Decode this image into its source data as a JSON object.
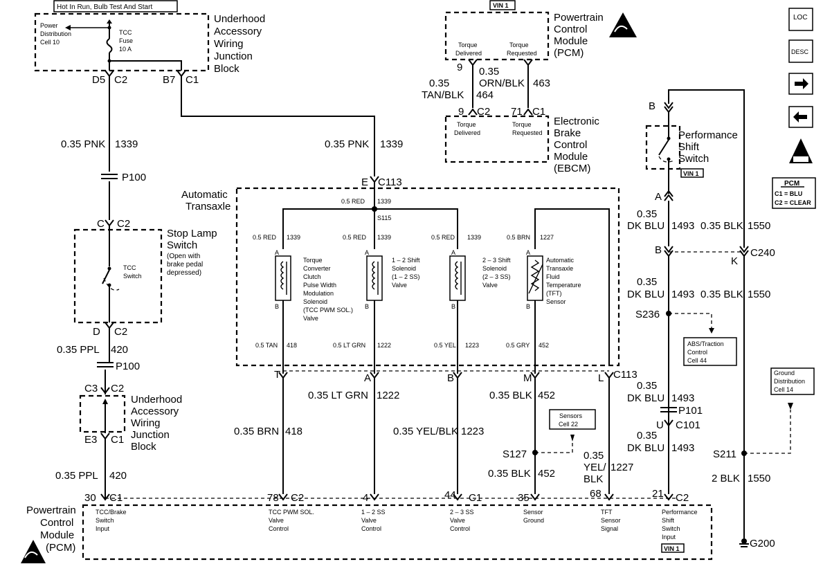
{
  "header": {
    "power_label": "Hot In Run, Bulb Test And Start",
    "vin_top": "VIN 1"
  },
  "nav": {
    "loc": "LOC",
    "desc": "DESC",
    "vin_pss": "VIN 1",
    "vin_pcm": "VIN 1"
  },
  "pcm_legend": {
    "title": "PCM",
    "c1": "C1 = BLU",
    "c2": "C2 = CLEAR"
  },
  "blocks": {
    "uajb_top": [
      "Underhood",
      "Accessory",
      "Wiring",
      "Junction",
      "Block"
    ],
    "uajb_bottom": [
      "Underhood",
      "Accessory",
      "Wiring",
      "Junction",
      "Block"
    ],
    "pdc": [
      "Power",
      "Distribution",
      "Cell 10"
    ],
    "tcc_fuse": [
      "TCC",
      "Fuse",
      "10 A"
    ],
    "pcm_top": [
      "Powertrain",
      "Control",
      "Module",
      "(PCM)"
    ],
    "pcm_top_pins": [
      "Torque",
      "Delivered",
      "Torque",
      "Requested"
    ],
    "ebcm": [
      "Electronic",
      "Brake",
      "Control",
      "Module",
      "(EBCM)"
    ],
    "ebcm_pins": [
      "Torque",
      "Delivered",
      "Torque",
      "Requested"
    ],
    "stop_lamp": [
      "Stop Lamp",
      "Switch",
      "(Open with",
      "brake pedal",
      "depressed)"
    ],
    "tcc_switch": [
      "TCC",
      "Switch"
    ],
    "auto_trans": [
      "Automatic",
      "Transaxle"
    ],
    "pss": [
      "Performance",
      "Shift",
      "Switch"
    ],
    "abs_ref": [
      "ABS/Traction",
      "Control",
      "Cell 44"
    ],
    "sensors_ref": [
      "Sensors",
      "Cell 22"
    ],
    "ground_ref": [
      "Ground",
      "Distribution",
      "Cell 14"
    ],
    "pcm_bottom": [
      "Powertrain",
      "Control",
      "Module",
      "(PCM)"
    ]
  },
  "components": {
    "tcc_pwm": [
      "Torque",
      "Converter",
      "Clutch",
      "Pulse Width",
      "Modulation",
      "Solenoid",
      "(TCC PWM SOL.)",
      "Valve"
    ],
    "ss12": [
      "1 – 2 Shift",
      "Solenoid",
      "(1 – 2 SS)",
      "Valve"
    ],
    "ss23": [
      "2 – 3 Shift",
      "Solenoid",
      "(2 – 3 SS)",
      "Valve"
    ],
    "tft": [
      "Automatic",
      "Transaxle",
      "Fluid",
      "Temperature",
      "(TFT)",
      "Sensor"
    ]
  },
  "pcm_inputs": [
    [
      "TCC/Brake",
      "Switch",
      "Input"
    ],
    [
      "TCC PWM SOL.",
      "Valve",
      "Control"
    ],
    [
      "1 – 2 SS",
      "Valve",
      "Control"
    ],
    [
      "2 – 3 SS",
      "Valve",
      "Control"
    ],
    [
      "Sensor",
      "Ground"
    ],
    [
      "TFT",
      "Sensor",
      "Signal"
    ],
    [
      "Performance",
      "Shift",
      "Switch",
      "Input"
    ]
  ],
  "connectors": {
    "d5": "D5",
    "c2_a": "C2",
    "b7": "B7",
    "c1_a": "C1",
    "e": "E",
    "c113_top": "C113",
    "c_sl": "C",
    "c2_sl": "C2",
    "d_sl": "D",
    "c2_sl2": "C2",
    "c3": "C3",
    "c2_c3": "C2",
    "e3": "E3",
    "c1_e3": "C1",
    "p100_a": "P100",
    "p100_b": "P100",
    "pcm9": "9",
    "ebcm9": "9",
    "ebcm_c2": "C2",
    "ebcm71": "71",
    "ebcm_c1": "C1",
    "b_pss": "B",
    "a_pss": "A",
    "b_c240": "B",
    "k_c240": "K",
    "c240": "C240",
    "s236": "S236",
    "p101": "P101",
    "u": "U",
    "c101": "C101",
    "s211": "S211",
    "g200": "G200",
    "s127": "S127",
    "s115": "S115",
    "t": "T",
    "a_c113": "A",
    "b_c113": "B",
    "m": "M",
    "l": "L",
    "c113_bot": "C113",
    "pin_a1": "A",
    "pin_b1": "B",
    "pin_a2": "A",
    "pin_b2": "B",
    "pin_a3": "A",
    "pin_b3": "B",
    "pin_a4": "A",
    "pin_b4": "B",
    "pcm_30": "30",
    "pcm_c1a": "C1",
    "pcm_78": "78",
    "pcm_c2a": "C2",
    "pcm_4": "4",
    "pcm_44": "44",
    "pcm_c1b": "C1",
    "pcm_35": "35",
    "pcm_68": "68",
    "pcm_21": "21",
    "pcm_c2b": "C2"
  },
  "wires": {
    "pnk_a": [
      "0.35 PNK",
      "1339"
    ],
    "pnk_b": [
      "0.35 PNK",
      "1339"
    ],
    "ppl_a": [
      "0.35 PPL",
      "420"
    ],
    "ppl_b": [
      "0.35 PPL",
      "420"
    ],
    "tan_blk": [
      "0.35",
      "TAN/BLK",
      "464"
    ],
    "orn_blk": [
      "0.35",
      "ORN/BLK",
      "463"
    ],
    "red_top": [
      "0.5 RED",
      "1339"
    ],
    "red1": [
      "0.5 RED",
      "1339"
    ],
    "red2": [
      "0.5 RED",
      "1339"
    ],
    "red3": [
      "0.5 RED",
      "1339"
    ],
    "brn1227": [
      "0.5 BRN",
      "1227"
    ],
    "tan418": [
      "0.5 TAN",
      "418"
    ],
    "ltgrn1222": [
      "0.5 LT GRN",
      "1222"
    ],
    "yel1223": [
      "0.5 YEL",
      "1223"
    ],
    "gry452": [
      "0.5 GRY",
      "452"
    ],
    "ltgrn_out": [
      "0.35 LT GRN",
      "1222"
    ],
    "blk452_a": [
      "0.35 BLK",
      "452"
    ],
    "brn418": [
      "0.35 BRN",
      "418"
    ],
    "yelblk1223": [
      "0.35 YEL/BLK",
      "1223"
    ],
    "blk452_b": [
      "0.35 BLK",
      "452"
    ],
    "yelblk1227": [
      "0.35",
      "YEL/",
      "BLK",
      "1227"
    ],
    "dkblu1": [
      "0.35",
      "DK BLU",
      "1493"
    ],
    "blk1550a": [
      "0.35 BLK",
      "1550"
    ],
    "dkblu2": [
      "0.35",
      "DK BLU",
      "1493"
    ],
    "blk1550b": [
      "0.35 BLK",
      "1550"
    ],
    "dkblu3": [
      "0.35",
      "DK BLU",
      "1493"
    ],
    "dkblu4": [
      "0.35",
      "DK BLU",
      "1493"
    ],
    "blk1550c": [
      "2 BLK",
      "1550"
    ]
  }
}
